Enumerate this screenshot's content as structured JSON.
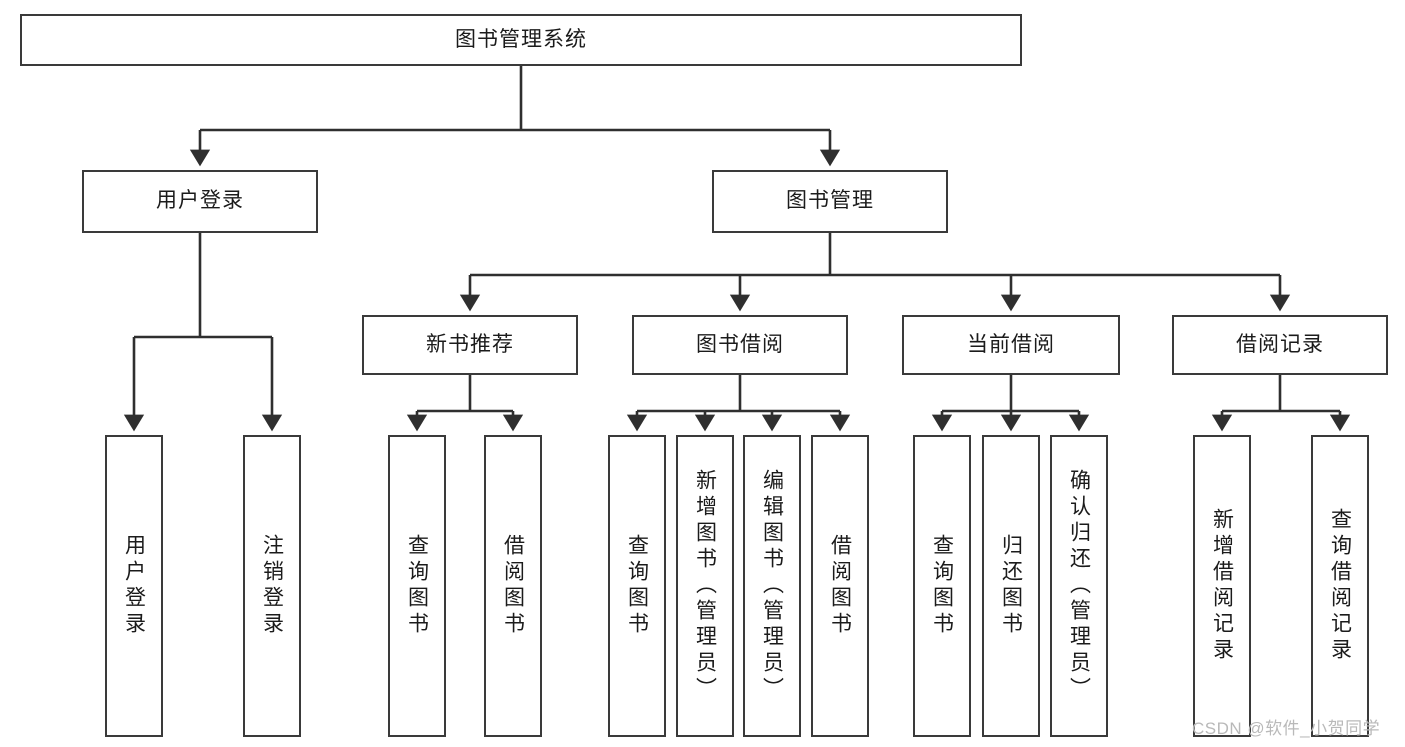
{
  "diagram": {
    "title": "图书管理系统",
    "type": "tree-hierarchy",
    "root": {
      "label": "图书管理系统"
    },
    "level2": [
      {
        "label": "用户登录"
      },
      {
        "label": "图书管理"
      }
    ],
    "level3": [
      {
        "label": "新书推荐"
      },
      {
        "label": "图书借阅"
      },
      {
        "label": "当前借阅"
      },
      {
        "label": "借阅记录"
      }
    ],
    "leaves": {
      "user_login": [
        {
          "label": "用户登录"
        },
        {
          "label": "注销登录"
        }
      ],
      "new_book": [
        {
          "label": "查询图书"
        },
        {
          "label": "借阅图书"
        }
      ],
      "book_borrow": [
        {
          "label": "查询图书"
        },
        {
          "label": "新增图书（管理员）"
        },
        {
          "label": "编辑图书（管理员）"
        },
        {
          "label": "借阅图书"
        }
      ],
      "current_borrow": [
        {
          "label": "查询图书"
        },
        {
          "label": "归还图书"
        },
        {
          "label": "确认归还（管理员）"
        }
      ],
      "borrow_record": [
        {
          "label": "新增借阅记录"
        },
        {
          "label": "查询借阅记录"
        }
      ]
    }
  },
  "watermark": {
    "text": "CSDN @软件_小贺同学"
  },
  "colors": {
    "box_border": "#3a3a3a",
    "box_fill": "#ffffff",
    "text": "#1b1b1b",
    "connector": "#2f2f2f",
    "watermark": "#b9b9b9",
    "background": "#ffffff"
  }
}
